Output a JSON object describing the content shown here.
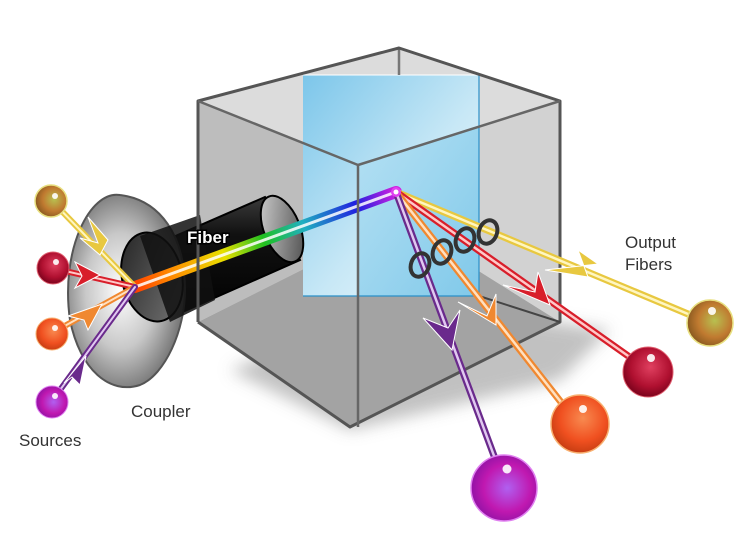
{
  "title": "Fiber optic demultiplexer diagram",
  "labels": {
    "fiber": "Fiber",
    "coupler": "Coupler",
    "sources": "Sources",
    "output_line1": "Output",
    "output_line2": "Fibers"
  },
  "colors": {
    "yellow": "#e8c840",
    "red": "#d81e2a",
    "orange": "#f08830",
    "purple": "#6a2a8c",
    "glass": "#8fd0ee",
    "cube_edge": "#555555"
  },
  "sources": [
    {
      "name": "yellow-source",
      "color": "yellow"
    },
    {
      "name": "red-source",
      "color": "red"
    },
    {
      "name": "orange-source",
      "color": "orange"
    },
    {
      "name": "purple-source",
      "color": "purple"
    }
  ],
  "outputs": [
    {
      "name": "yellow-output",
      "color": "yellow"
    },
    {
      "name": "red-output",
      "color": "red"
    },
    {
      "name": "orange-output",
      "color": "orange"
    },
    {
      "name": "purple-output",
      "color": "purple"
    }
  ]
}
